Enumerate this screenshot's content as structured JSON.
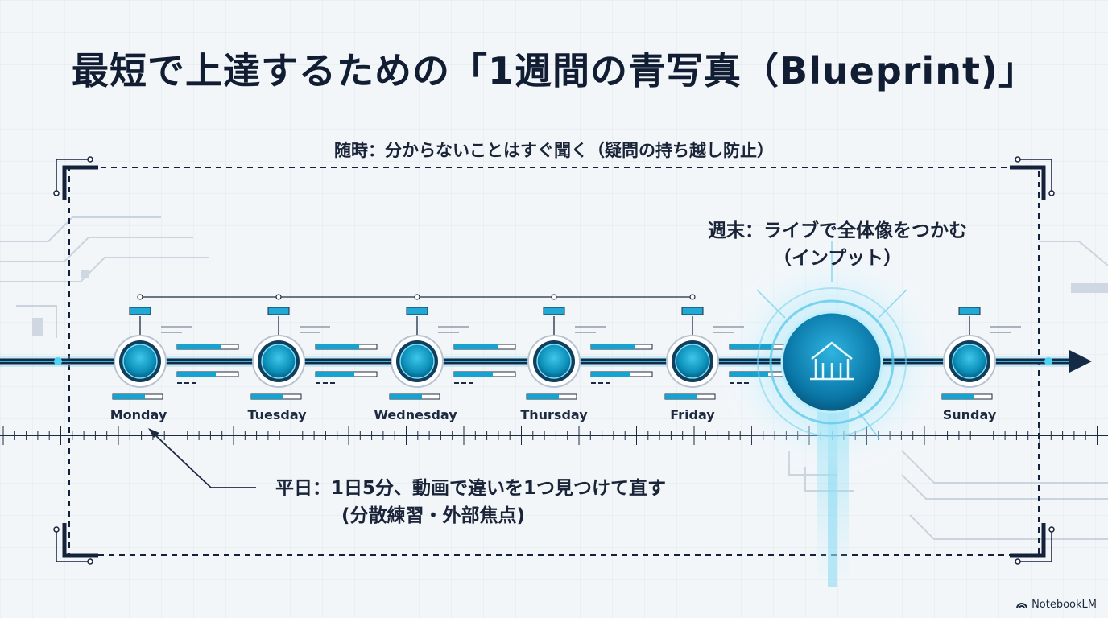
{
  "title": "最短で上達するための「1週間の青写真（Blueprint)」",
  "notes": {
    "anytime": "随時：分からないことはすぐ聞く（疑問の持ち越し防止）",
    "weekend_line1": "週末：ライブで全体像をつかむ",
    "weekend_line2": "（インプット）",
    "weekday_line1": "平日：1日5分、動画で違いを1つ見つけて直す",
    "weekday_line2": "(分散練習・外部焦点)"
  },
  "days": [
    {
      "label": "Monday",
      "type": "node"
    },
    {
      "label": "Tuesday",
      "type": "node"
    },
    {
      "label": "Wednesday",
      "type": "node"
    },
    {
      "label": "Thursday",
      "type": "node"
    },
    {
      "label": "Friday",
      "type": "node"
    },
    {
      "label": "",
      "type": "hub",
      "icon": "house-icon"
    },
    {
      "label": "Sunday",
      "type": "node"
    }
  ],
  "colors": {
    "accent": "#0ea5d0",
    "dark": "#14213a",
    "glow": "#7fd8f2"
  },
  "brand": "NotebookLM"
}
